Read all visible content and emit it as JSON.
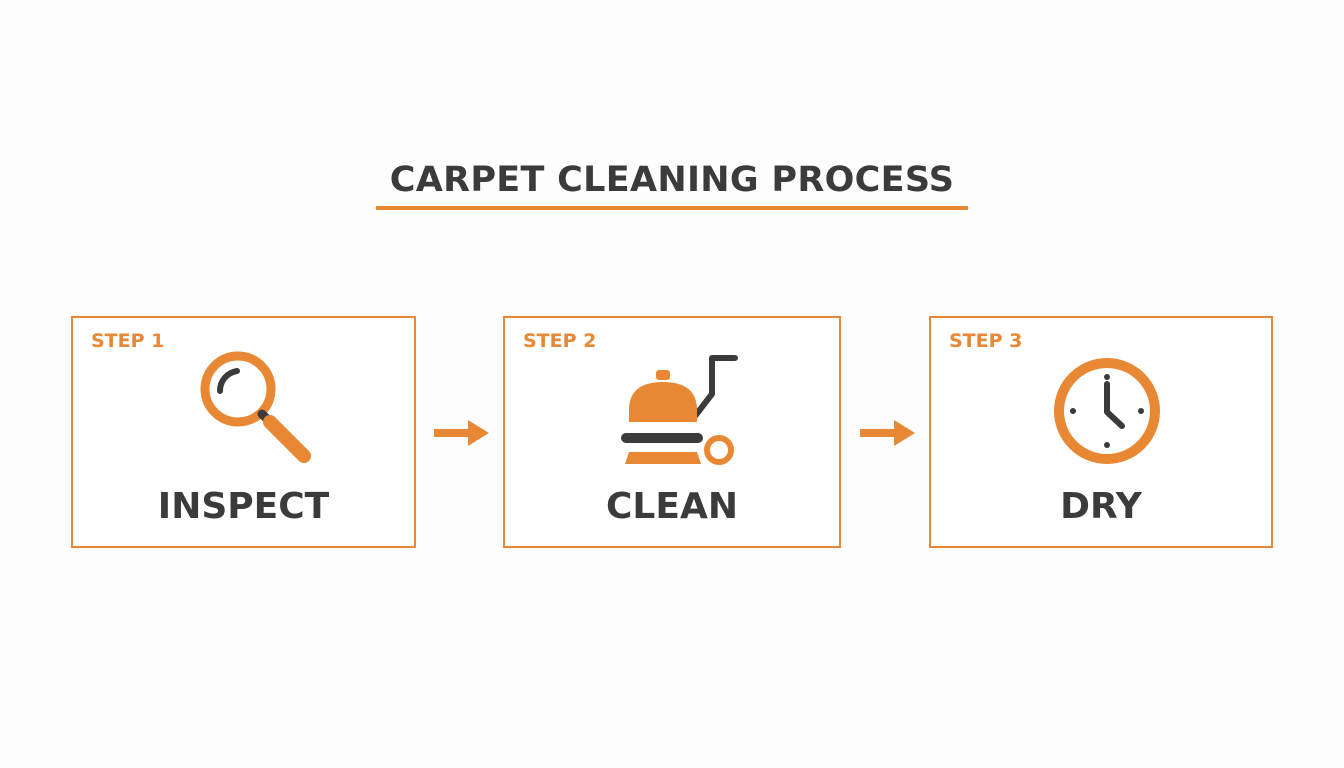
{
  "title": "CARPET CLEANING PROCESS",
  "steps": [
    {
      "label": "STEP 1",
      "title": "INSPECT",
      "icon": "magnifying-glass-icon"
    },
    {
      "label": "STEP 2",
      "title": "CLEAN",
      "icon": "floor-cleaning-machine-icon"
    },
    {
      "label": "STEP 3",
      "title": "DRY",
      "icon": "clock-icon"
    }
  ],
  "colors": {
    "accent": "#e88834",
    "text": "#3b3b3b",
    "background": "#fdfdfd"
  }
}
